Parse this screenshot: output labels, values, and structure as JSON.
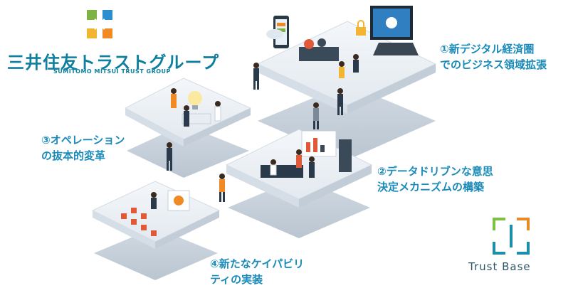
{
  "brand": {
    "name": "三井住友トラストグループ",
    "subtitle": "SUMITOMO MITSUI TRUST GROUP",
    "colors": {
      "primary": "#0f7fa0",
      "green": "#7cb342",
      "orange": "#f08a24",
      "blue": "#2b8fcf"
    }
  },
  "pillars": [
    {
      "line1": "①新デジタル経済圏",
      "line2": "でのビジネス領域拡張"
    },
    {
      "line1": "②データドリブンな意思",
      "line2": "決定メカニズムの構築"
    },
    {
      "line1": "③オペレーション",
      "line2": "の抜本的変革"
    },
    {
      "line1": "④新たなケイパビリ",
      "line2": "ティの実装"
    }
  ],
  "trust_base": {
    "text": "Trust Base",
    "colors": {
      "green": "#7cc142",
      "orange": "#e8892a",
      "teal": "#1e8fa8"
    }
  },
  "accent_color": "#1a8ab8"
}
